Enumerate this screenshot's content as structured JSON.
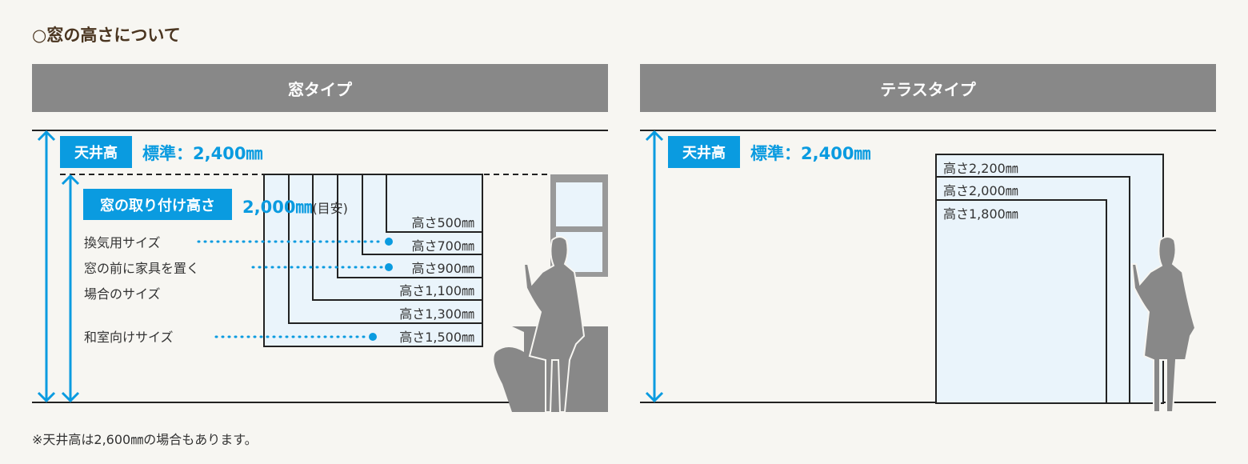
{
  "title": "○窓の高さについて",
  "window_type": {
    "header": "窓タイプ",
    "ceiling_badge": "天井高",
    "ceiling_value": "標準：2,400㎜",
    "install_badge": "窓の取り付け高さ",
    "install_value": "2,000㎜",
    "install_note": "(目安)",
    "notes": [
      "換気用サイズ",
      "窓の前に家具を置く",
      "場合のサイズ",
      "和室向けサイズ"
    ],
    "sizes": [
      "高さ500㎜",
      "高さ700㎜",
      "高さ900㎜",
      "高さ1,100㎜",
      "高さ1,300㎜",
      "高さ1,500㎜"
    ]
  },
  "terrace_type": {
    "header": "テラスタイプ",
    "ceiling_badge": "天井高",
    "ceiling_value": "標準：2,400㎜",
    "sizes": [
      "高さ2,200㎜",
      "高さ2,000㎜",
      "高さ1,800㎜"
    ]
  },
  "footnote": "※天井高は2,600㎜の場合もあります。",
  "colors": {
    "accent": "#0a9be0",
    "header": "#888888",
    "window_fill": "#eaf4fb",
    "silhouette": "#8a8a8a"
  }
}
